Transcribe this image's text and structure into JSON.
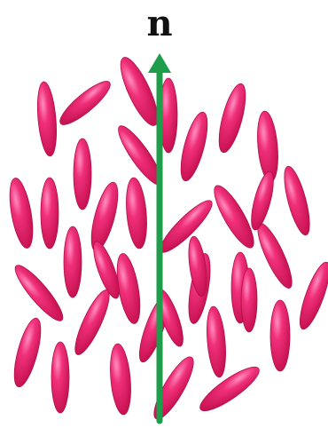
{
  "diagram": {
    "director_label": "n",
    "colors": {
      "ellipse_fill": "#e0195f",
      "ellipse_highlight": "#ff7fb2",
      "ellipse_edge": "#b0104a",
      "director_arrow": "#1e9e4a",
      "label": "#111111"
    },
    "molecule_count": 37,
    "director": "vertical"
  }
}
